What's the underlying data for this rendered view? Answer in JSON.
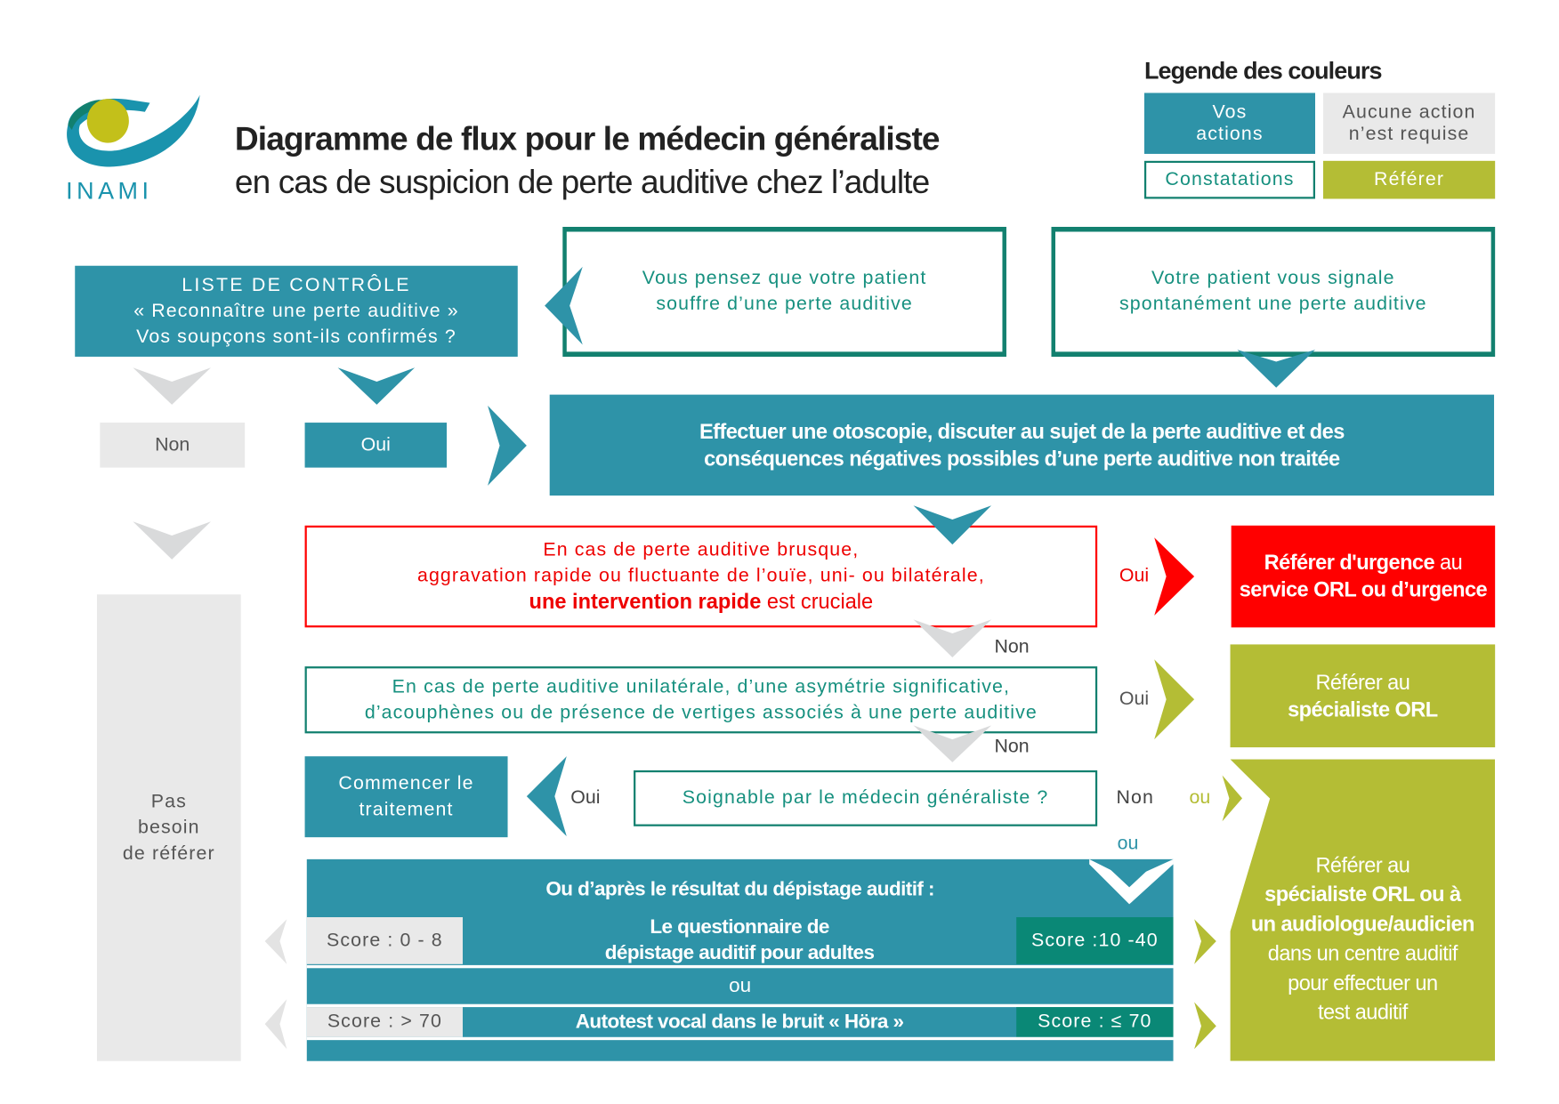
{
  "logo": {
    "text": "INAMI"
  },
  "title": {
    "line1": "Diagramme de flux pour le médecin généraliste",
    "line2": "en cas de suspicion de perte auditive chez l’adulte"
  },
  "legend": {
    "title": "Legende des couleurs",
    "actions_1": "Vos",
    "actions_2": "actions",
    "none_1": "Aucune action",
    "none_2": "n’est requise",
    "findings": "Constatations",
    "refer": "Référer"
  },
  "start": {
    "thinks_1": "Vous pensez que votre patient",
    "thinks_2": "souffre d’une perte auditive",
    "reports_1": "Votre patient vous signale",
    "reports_2": "spontanément une perte auditive"
  },
  "checklist": {
    "l1": "LISTE DE CONTRÔLE",
    "l2": "« Reconnaître une perte auditive »",
    "l3": "Vos soupçons sont-ils confirmés ?"
  },
  "answers": {
    "non": "Non",
    "oui": "Oui",
    "ou": "ou"
  },
  "otoscopy": {
    "l1": "Effectuer une otoscopie, discuter au sujet de la perte auditive et des",
    "l2": "conséquences négatives possibles d’une perte auditive non traitée"
  },
  "sudden": {
    "l1": "En cas de perte auditive brusque,",
    "l2": "aggravation rapide ou fluctuante de l’ouïe, uni- ou bilatérale,",
    "l3_bold": "une intervention rapide",
    "l3_rest": " est cruciale"
  },
  "urgent": {
    "l1": "Référer d'urgence",
    "l1b": " au",
    "l2": "service ORL ou d’urgence"
  },
  "unilateral": {
    "l1": "En cas de perte auditive unilatérale, d’une asymétrie significative,",
    "l2": "d’acouphènes ou de présence de vertiges associés à une perte auditive"
  },
  "ent": {
    "l1": "Référer au",
    "l2": "spécialiste ORL"
  },
  "treat": {
    "l1": "Commencer le",
    "l2": "traitement"
  },
  "treatable": "Soignable par le médecin généraliste ?",
  "no_referral": {
    "l1": "Pas",
    "l2": "besoin",
    "l3": "de référer"
  },
  "screening": {
    "title": "Ou d’après le résultat du dépistage auditif :",
    "q_l1": "Le questionnaire de",
    "q_l2": "dépistage auditif pour adultes",
    "q_low": "Score : 0 - 8",
    "q_high": "Score :10 -40",
    "or": "ou",
    "hora": "Autotest vocal dans le bruit « Höra »",
    "h_low": "Score : > 70",
    "h_high": "Score : ≤ 70"
  },
  "audio": {
    "l1": "Référer au",
    "l2": "spécialiste ORL ou à",
    "l3": "un audiologue/audicien",
    "l4": "dans un centre auditif",
    "l5": "pour effectuer un",
    "l6": "test auditif"
  },
  "colors": {
    "teal": "#2e93a8",
    "green": "#b4bd35",
    "red": "#ff0000",
    "gray": "#e9e9e9",
    "dark_teal": "#0a8876"
  }
}
